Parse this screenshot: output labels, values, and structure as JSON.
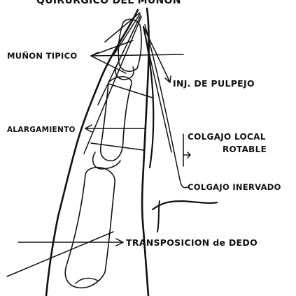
{
  "labels": {
    "top_cut": "QUIRURGICO DEL MUÑON",
    "munon_tipico": "MUÑON TIPICO",
    "inj_pulpejo": "INJ. DE PULPEJO",
    "alargamiento": "ALARGAMIENTO",
    "colgajo_local_1": "COLGAJO LOCAL",
    "colgajo_local_2": "ROTABLE",
    "colgajo_inervado": "COLGAJO INERVADO",
    "transposicion": "TRANSPOSICION de DEDO"
  }
}
